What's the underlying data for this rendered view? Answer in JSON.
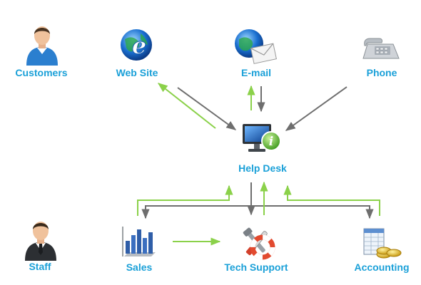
{
  "nodes": {
    "customers": {
      "label": "Customers"
    },
    "website": {
      "label": "Web Site"
    },
    "email": {
      "label": "E-mail"
    },
    "phone": {
      "label": "Phone"
    },
    "helpdesk": {
      "label": "Help Desk"
    },
    "staff": {
      "label": "Staff"
    },
    "sales": {
      "label": "Sales"
    },
    "techsupport": {
      "label": "Tech Support"
    },
    "accounting": {
      "label": "Accounting"
    }
  },
  "colors": {
    "label": "#1aa0d8",
    "arrow_in": "#6e6e6e",
    "arrow_out": "#8bd14a"
  }
}
